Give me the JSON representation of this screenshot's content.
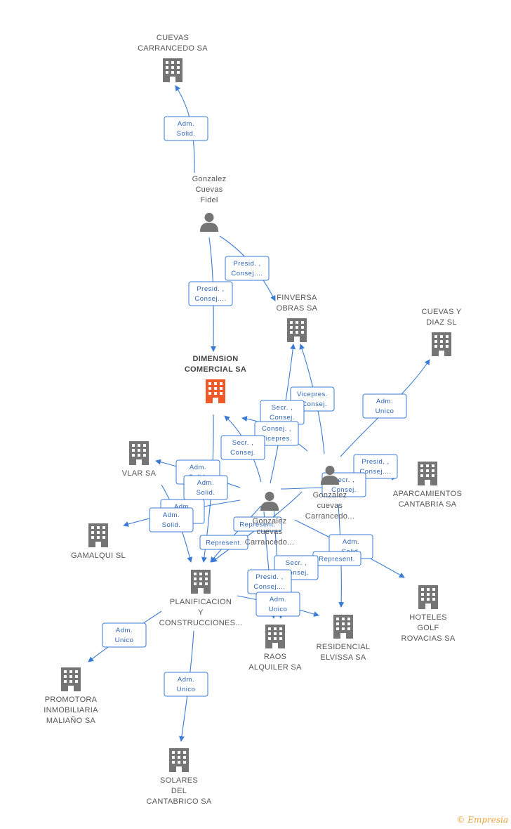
{
  "colors": {
    "edge": "#3a7bd5",
    "company": "#757575",
    "focus": "#f05a28",
    "person": "#757575"
  },
  "nodes": [
    {
      "id": "cuevas_carrancedo",
      "type": "company",
      "lines": [
        "CUEVAS",
        "CARRANCEDO SA"
      ],
      "icon": "building-icon"
    },
    {
      "id": "gonzalez_fidel",
      "type": "person",
      "lines": [
        "Gonzalez",
        "Cuevas",
        "Fidel"
      ],
      "icon": "person-icon"
    },
    {
      "id": "finversa",
      "type": "company",
      "lines": [
        "FINVERSA",
        "OBRAS SA"
      ],
      "icon": "building-icon"
    },
    {
      "id": "cuevas_diaz",
      "type": "company",
      "lines": [
        "CUEVAS Y",
        "DIAZ SL"
      ],
      "icon": "building-icon"
    },
    {
      "id": "dimension",
      "type": "focus",
      "lines": [
        "DIMENSION",
        "COMERCIAL SA"
      ],
      "icon": "building-icon"
    },
    {
      "id": "vlar",
      "type": "company",
      "lines": [
        "VLAR SA"
      ],
      "icon": "building-icon"
    },
    {
      "id": "gonzalez_cuevas_b",
      "type": "person",
      "lines": [
        "Gonzalez",
        "cuevas",
        "Carrancedo..."
      ],
      "icon": "person-icon"
    },
    {
      "id": "aparcamientos",
      "type": "company",
      "lines": [
        "APARCAMIENTOS",
        "CANTABRIA SA"
      ],
      "icon": "building-icon"
    },
    {
      "id": "gonzalez_cuevas_a",
      "type": "person",
      "lines": [
        "Gonzalez",
        "cuevas",
        "Carrancedo..."
      ],
      "icon": "person-icon"
    },
    {
      "id": "gamalqui",
      "type": "company",
      "lines": [
        "GAMALQUI SL"
      ],
      "icon": "building-icon"
    },
    {
      "id": "planificacion",
      "type": "company",
      "lines": [
        "PLANIFICACION",
        "Y",
        "CONSTRUCCIONES..."
      ],
      "icon": "building-icon"
    },
    {
      "id": "hoteles",
      "type": "company",
      "lines": [
        "HOTELES",
        "GOLF",
        "ROVACIAS SA"
      ],
      "icon": "building-icon"
    },
    {
      "id": "residencial",
      "type": "company",
      "lines": [
        "RESIDENCIAL",
        "ELVISSA SA"
      ],
      "icon": "building-icon"
    },
    {
      "id": "raos",
      "type": "company",
      "lines": [
        "RAOS",
        "ALQUILER SA"
      ],
      "icon": "building-icon"
    },
    {
      "id": "promotora",
      "type": "company",
      "lines": [
        "PROMOTORA",
        "INMOBILIARIA",
        "MALIAÑO SA"
      ],
      "icon": "building-icon"
    },
    {
      "id": "solares",
      "type": "company",
      "lines": [
        "SOLARES",
        "DEL",
        "CANTABRICO SA"
      ],
      "icon": "building-icon"
    }
  ],
  "edge_labels": [
    {
      "id": "e1",
      "lines": [
        "Adm.",
        "Solid."
      ]
    },
    {
      "id": "e2",
      "lines": [
        "Presid. ,",
        "Consej...."
      ]
    },
    {
      "id": "e3",
      "lines": [
        "Presid. ,",
        "Consej...."
      ]
    },
    {
      "id": "e4",
      "lines": [
        "Vicepres.",
        ", Consej."
      ]
    },
    {
      "id": "e5",
      "lines": [
        "Secr. ,",
        "Consej."
      ]
    },
    {
      "id": "e6",
      "lines": [
        "Consej. ,",
        "Vicepres."
      ]
    },
    {
      "id": "e7",
      "lines": [
        "Secr. ,",
        "Consej."
      ]
    },
    {
      "id": "e8",
      "lines": [
        "Adm.",
        "Unico"
      ]
    },
    {
      "id": "e9",
      "lines": [
        "Presid. ,",
        "Consej...."
      ]
    },
    {
      "id": "e10",
      "lines": [
        "Secr. ,",
        "Consej."
      ]
    },
    {
      "id": "e11",
      "lines": [
        "Adm.",
        "Solid."
      ]
    },
    {
      "id": "e12",
      "lines": [
        "Adm.",
        "Solid."
      ]
    },
    {
      "id": "e13",
      "lines": [
        "Adm.",
        "Solid."
      ]
    },
    {
      "id": "e14",
      "lines": [
        "Adm.",
        "Solid."
      ]
    },
    {
      "id": "e15",
      "lines": [
        "Represent."
      ]
    },
    {
      "id": "e16",
      "lines": [
        "Represent."
      ]
    },
    {
      "id": "e17",
      "lines": [
        "Adm.",
        "Solid."
      ]
    },
    {
      "id": "e18",
      "lines": [
        "Represent."
      ]
    },
    {
      "id": "e19",
      "lines": [
        "Secr. ,",
        "Consej."
      ]
    },
    {
      "id": "e20",
      "lines": [
        "Presid. ,",
        "Consej...."
      ]
    },
    {
      "id": "e21",
      "lines": [
        "Adm.",
        "Unico"
      ]
    },
    {
      "id": "e22",
      "lines": [
        "Adm.",
        "Unico"
      ]
    },
    {
      "id": "e23",
      "lines": [
        "Adm.",
        "Unico"
      ]
    }
  ],
  "brand": {
    "symbol": "©",
    "name": "Empresia"
  }
}
